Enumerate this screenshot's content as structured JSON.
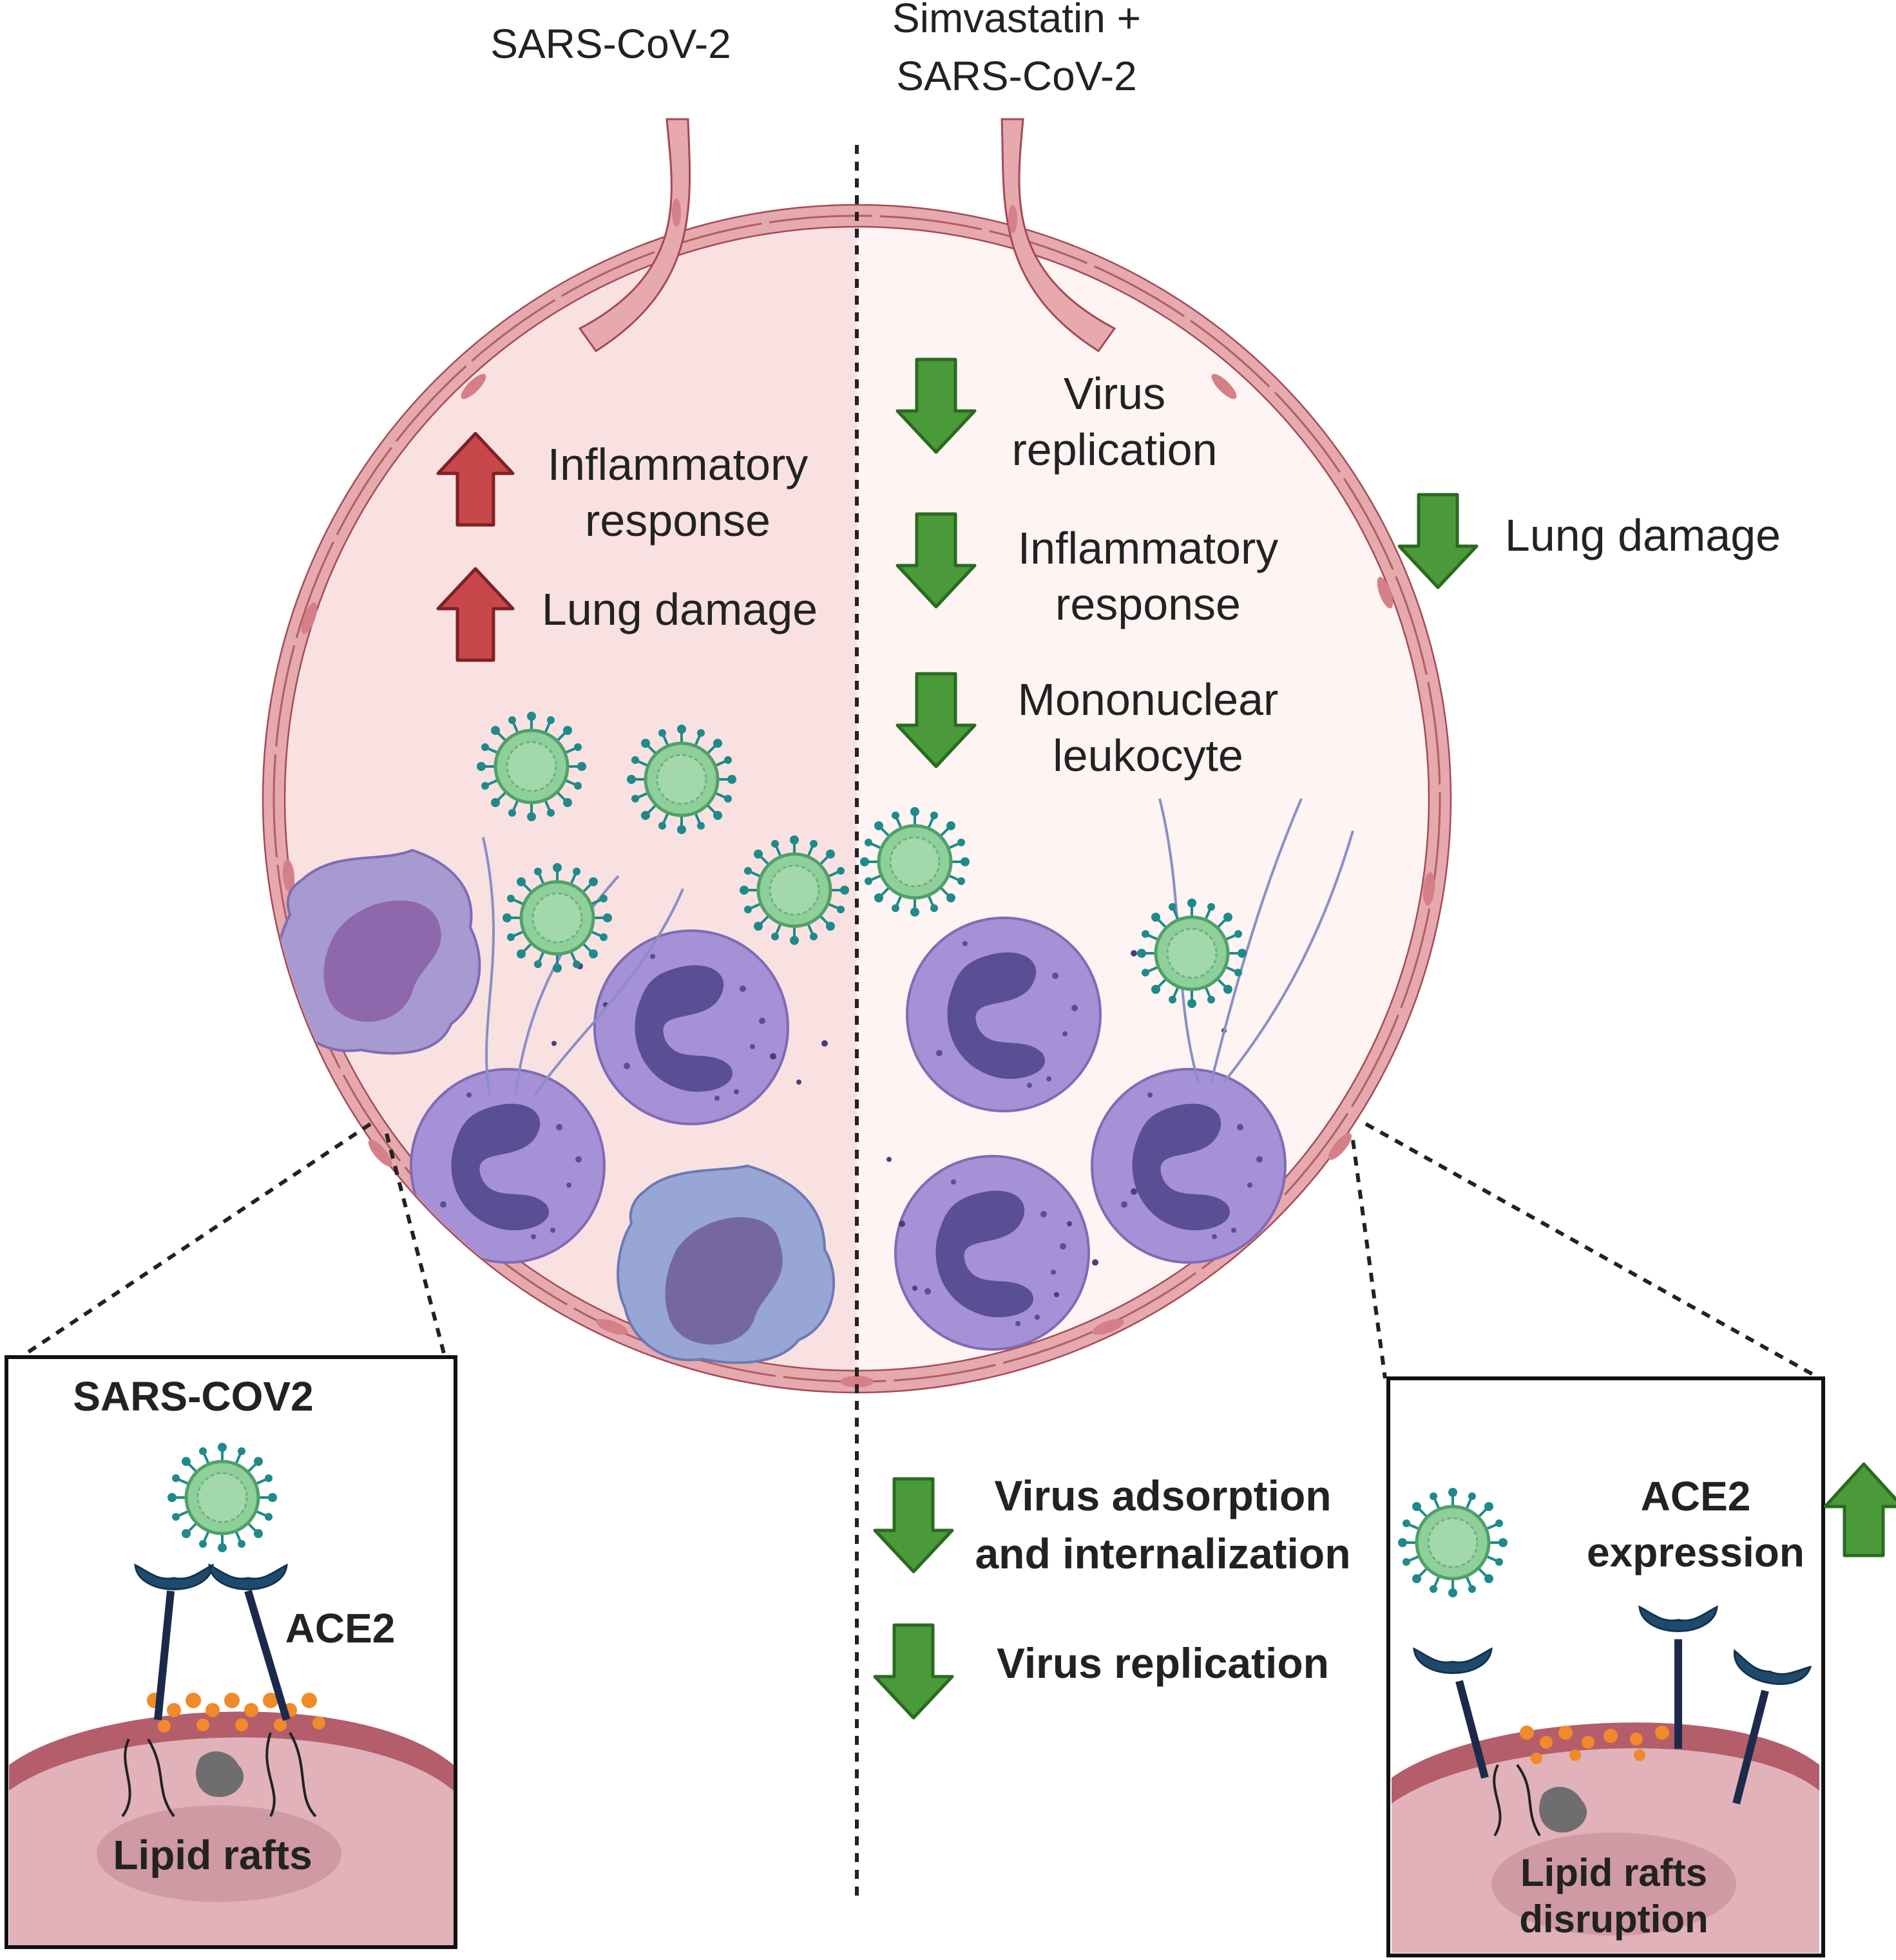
{
  "headings": {
    "left": "SARS-CoV-2",
    "right_line1": "Simvastatin +",
    "right_line2": "SARS-CoV-2"
  },
  "left_effects": [
    {
      "direction": "up",
      "line1": "Inflammatory",
      "line2": "response"
    },
    {
      "direction": "up",
      "line1": "Lung damage",
      "line2": ""
    }
  ],
  "right_effects": [
    {
      "direction": "down",
      "line1": "Virus",
      "line2": "replication"
    },
    {
      "direction": "down",
      "line1": "Inflammatory",
      "line2": "response"
    },
    {
      "direction": "down",
      "line1": "Mononuclear",
      "line2": "leukocyte"
    }
  ],
  "outside_effect": {
    "direction": "down",
    "label": "Lung damage"
  },
  "left_inset": {
    "title": "SARS-COV2",
    "receptor_label": "ACE2",
    "membrane_label": "Lipid rafts"
  },
  "bottom_effects": [
    {
      "direction": "down",
      "line1": "Virus adsorption",
      "line2": "and internalization"
    },
    {
      "direction": "down",
      "line1": "Virus replication",
      "line2": ""
    }
  ],
  "right_inset": {
    "receptor_label_line1": "ACE2",
    "receptor_label_line2": "expression",
    "receptor_direction": "up",
    "membrane_label_line1": "Lipid rafts",
    "membrane_label_line2": "disruption"
  },
  "colors": {
    "up_arrow": "#c8474a",
    "down_arrow": "#4a9a3a",
    "alveolus_wall": "#e6a9ad",
    "left_fill": "#f9e1e2",
    "right_fill": "#fdf4f3",
    "virus": "#8fcf9a",
    "cell": "#a690d6"
  }
}
